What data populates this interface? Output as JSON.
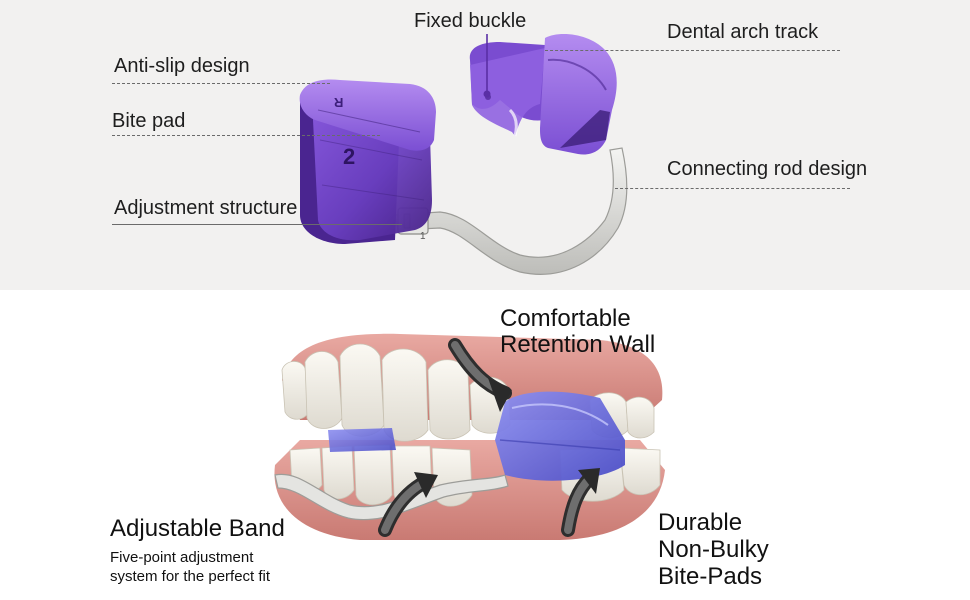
{
  "top_panel": {
    "labels": {
      "fixed_buckle": "Fixed buckle",
      "dental_arch_track": "Dental arch track",
      "anti_slip_design": "Anti-slip design",
      "bite_pad": "Bite pad",
      "connecting_rod_design": "Connecting rod design",
      "adjustment_structure": "Adjustment structure"
    },
    "pad_marks": {
      "side_letter": "R",
      "number": "2",
      "scale_digit": "1"
    },
    "colors": {
      "background": "#f2f1f0",
      "pad_purple": "#6a3fc0",
      "pad_dark": "#3d1f7a",
      "rod_silver": "#d9d9d6"
    }
  },
  "bottom_panel": {
    "comfortable_line1": "Comfortable",
    "comfortable_line2": "Retention Wall",
    "adjustable_band": "Adjustable Band",
    "five_point_line1": "Five-point adjustment",
    "five_point_line2": "system for the perfect fit",
    "durable_line1": "Durable",
    "durable_line2": "Non-Bulky",
    "durable_line3": "Bite-Pads",
    "colors": {
      "gum": "#d98b84",
      "tooth": "#f3efe6",
      "pad_blue": "#5f61d6",
      "arrow_gray": "#333333"
    }
  }
}
